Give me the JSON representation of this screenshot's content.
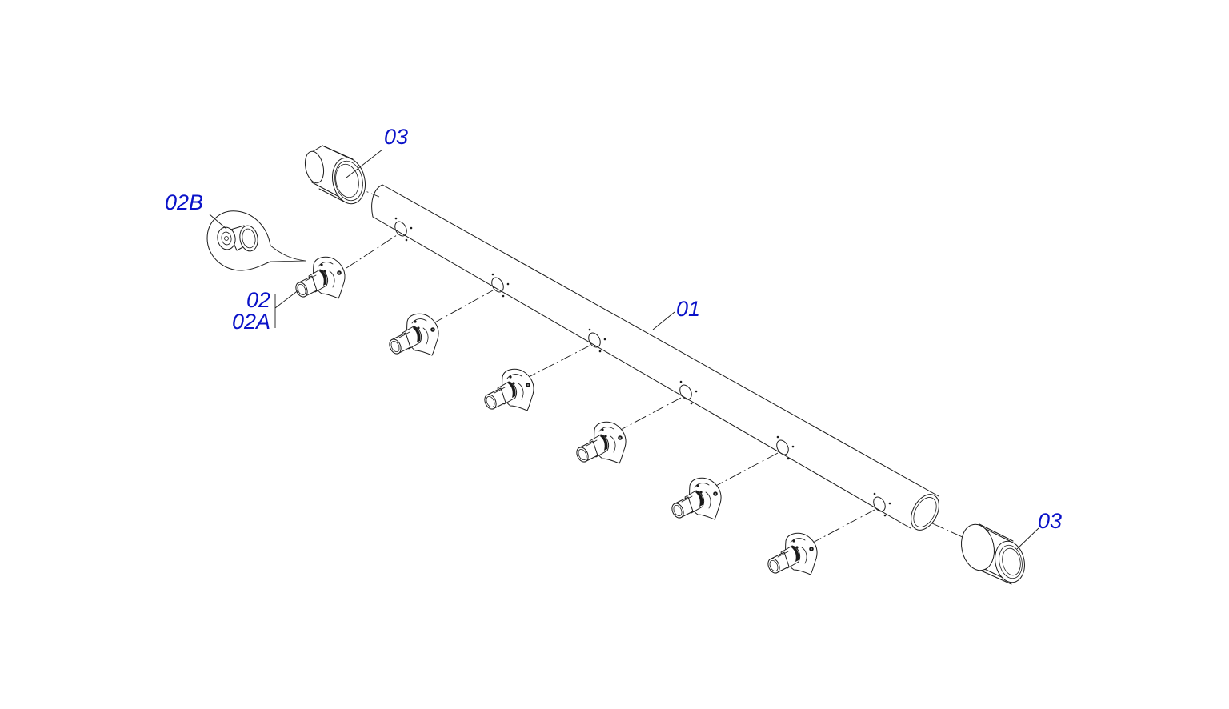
{
  "callouts": {
    "tube": "01",
    "nozzle": "02",
    "nozzle_a": "02A",
    "nozzle_b": "02B",
    "end_cap_top": "03",
    "end_cap_bottom": "03"
  },
  "colors": {
    "callout_text": "#0a12c8",
    "line": "#1a1a1a",
    "background": "#ffffff"
  }
}
